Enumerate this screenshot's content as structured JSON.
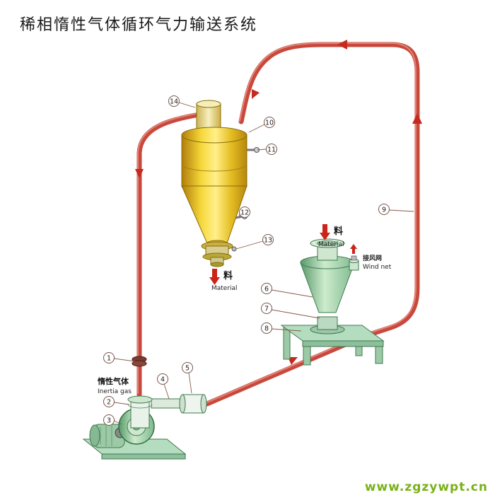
{
  "title": "稀相惰性气体循环气力输送系统",
  "watermark": "www.zgzywpt.cn",
  "labels": {
    "inertia_gas_cn": "惰性气体",
    "inertia_gas_en": "Inertia gas",
    "material_cn": "料",
    "material_en": "Material",
    "wind_net_cn": "接风网",
    "wind_net_en": "Wind net"
  },
  "colors": {
    "pipe_red": "#c8483c",
    "arrow_red": "#cc2418",
    "cyclone_yellow": "#f2cf2e",
    "feeder_green": "#aed6b6",
    "watermark_green": "#79b118"
  },
  "callouts": [
    {
      "n": "1"
    },
    {
      "n": "2"
    },
    {
      "n": "3"
    },
    {
      "n": "4"
    },
    {
      "n": "5"
    },
    {
      "n": "6"
    },
    {
      "n": "7"
    },
    {
      "n": "8"
    },
    {
      "n": "9"
    },
    {
      "n": "10"
    },
    {
      "n": "11"
    },
    {
      "n": "12"
    },
    {
      "n": "13"
    },
    {
      "n": "14"
    }
  ]
}
